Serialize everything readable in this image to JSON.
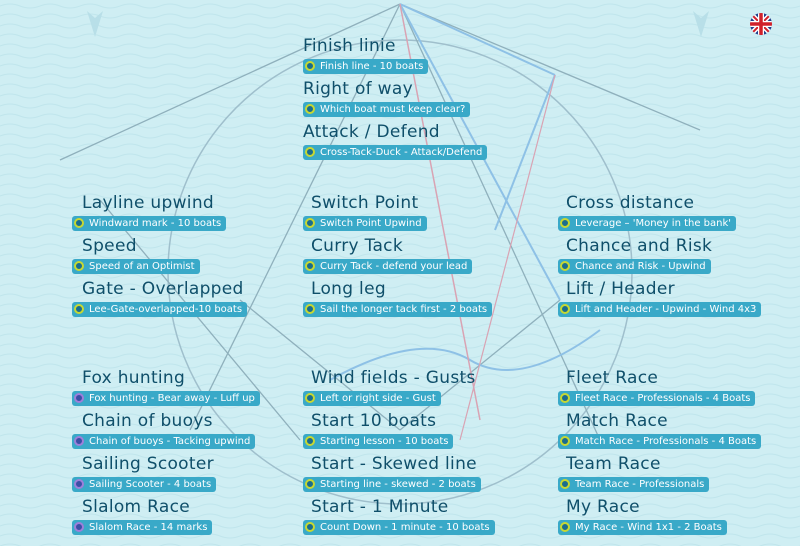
{
  "colors": {
    "background": "#cfeef3",
    "pill": "#39a9c8",
    "title": "#0f4f6a",
    "dot_green": "#c7d832",
    "dot_purple": "#9e7fd9"
  },
  "language_flag_icon": "uk-flag-icon",
  "groups": {
    "top": [
      {
        "title": "Finish linie",
        "label": "Finish line - 10 boats"
      },
      {
        "title": "Right of way",
        "label": "Which boat must keep clear?"
      },
      {
        "title": "Attack / Defend",
        "label": "Cross-Tack-Duck - Attack/Defend"
      }
    ],
    "mid_left": [
      {
        "title": "Layline upwind",
        "label": "Windward mark - 10 boats"
      },
      {
        "title": "Speed",
        "label": "Speed of an Optimist"
      },
      {
        "title": "Gate - Overlapped",
        "label": "Lee-Gate-overlapped-10 boats"
      }
    ],
    "mid_center": [
      {
        "title": "Switch Point",
        "label": "Switch Point Upwind"
      },
      {
        "title": "Curry Tack",
        "label": "Curry Tack - defend your lead"
      },
      {
        "title": "Long leg",
        "label": "Sail the longer tack first - 2 boats"
      }
    ],
    "mid_right": [
      {
        "title": "Cross distance",
        "label": "Leverage – 'Money in the bank'"
      },
      {
        "title": "Chance and Risk",
        "label": "Chance and Risk - Upwind"
      },
      {
        "title": "Lift / Header",
        "label": "Lift and Header - Upwind - Wind 4x3"
      }
    ],
    "bottom_left": [
      {
        "title": "Fox hunting",
        "label": "Fox hunting - Bear away - Luff up"
      },
      {
        "title": "Chain of buoys",
        "label": "Chain of buoys - Tacking upwind"
      },
      {
        "title": "Sailing Scooter",
        "label": "Sailing Scooter - 4 boats"
      },
      {
        "title": "Slalom Race",
        "label": "Slalom Race - 14 marks"
      }
    ],
    "bottom_center": [
      {
        "title": "Wind fields - Gusts",
        "label": "Left or right side - Gust"
      },
      {
        "title": "Start 10 boats",
        "label": "Starting lesson - 10 boats"
      },
      {
        "title": "Start - Skewed line",
        "label": "Starting line - skewed - 2 boats"
      },
      {
        "title": "Start - 1 Minute",
        "label": "Count Down - 1 minute - 10 boats"
      }
    ],
    "bottom_right": [
      {
        "title": "Fleet Race",
        "label": "Fleet Race - Professionals - 4 Boats"
      },
      {
        "title": "Match Race",
        "label": "Match Race - Professionals - 4 Boats"
      },
      {
        "title": "Team Race",
        "label": "Team Race - Professionals"
      },
      {
        "title": "My Race",
        "label": "My Race - Wind 1x1 - 2 Boats"
      }
    ]
  }
}
